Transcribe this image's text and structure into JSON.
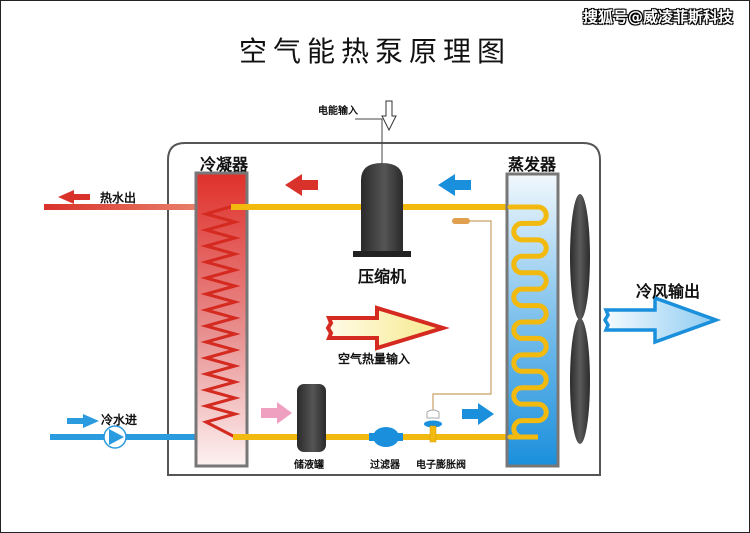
{
  "title": "空气能热泵原理图",
  "watermark": "搜狐号@威凌菲斯科技",
  "labels": {
    "power_input": "电能输入",
    "condenser": "冷凝器",
    "evaporator": "蒸发器",
    "compressor": "压缩机",
    "hot_water_out": "热水出",
    "cold_water_in": "冷水进",
    "air_heat_input": "空气热量输入",
    "cold_air_out": "冷风输出",
    "receiver_tank": "储液罐",
    "filter": "过滤器",
    "expansion_valve": "电子膨胀阀"
  },
  "colors": {
    "refrigerant_pipe": "#f2b90f",
    "hot_water": "#d9322b",
    "cold_water": "#2b9be0",
    "condenser_top": "#e0302a",
    "evaporator_bottom": "#1a8fdc",
    "component_dark": "#3a3a3a",
    "flow_arrow_pink": "#ef9fc0",
    "casing": "#555555"
  }
}
